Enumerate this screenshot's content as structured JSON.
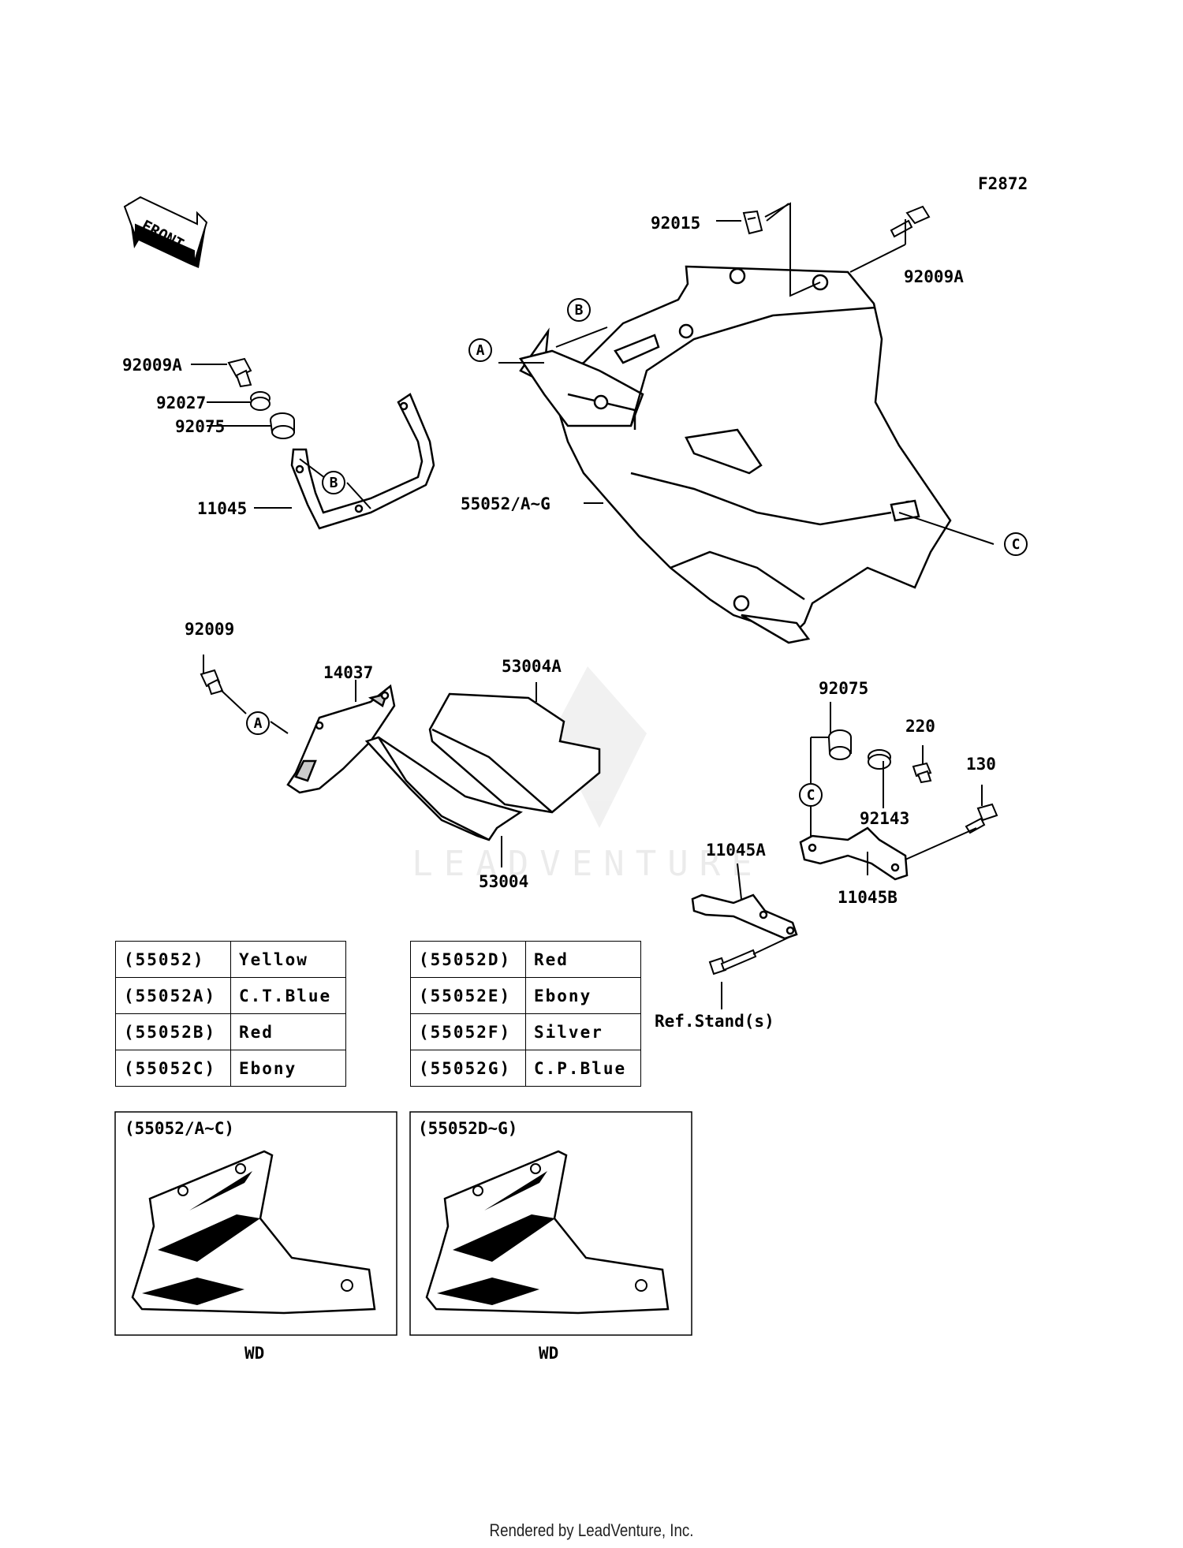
{
  "diagram_code": "F2872",
  "front_label": "FRONT",
  "watermark": "LEADVENTURE",
  "part_labels": {
    "p92015": "92015",
    "p92009A_top": "92009A",
    "p92009A_left": "92009A",
    "p92027": "92027",
    "p92075_left": "92075",
    "p11045": "11045",
    "p55052": "55052/A~G",
    "p92009": "92009",
    "p14037": "14037",
    "p53004A": "53004A",
    "p53004": "53004",
    "p92075_right": "92075",
    "p220": "220",
    "p130": "130",
    "p92143": "92143",
    "p11045A": "11045A",
    "p11045B": "11045B",
    "ref_stand": "Ref.Stand(s)"
  },
  "callouts": {
    "a": "A",
    "b": "B",
    "c": "C"
  },
  "color_table_left": [
    {
      "code": "(55052)",
      "color": "Yellow"
    },
    {
      "code": "(55052A)",
      "color": "C.T.Blue"
    },
    {
      "code": "(55052B)",
      "color": "Red"
    },
    {
      "code": "(55052C)",
      "color": "Ebony"
    }
  ],
  "color_table_right": [
    {
      "code": "(55052D)",
      "color": "Red"
    },
    {
      "code": "(55052E)",
      "color": "Ebony"
    },
    {
      "code": "(55052F)",
      "color": "Silver"
    },
    {
      "code": "(55052G)",
      "color": "C.P.Blue"
    }
  ],
  "variant_boxes": [
    {
      "title": "(55052/A~C)",
      "caption": "WD"
    },
    {
      "title": "(55052D~G)",
      "caption": "WD"
    }
  ],
  "footer": "Rendered by LeadVenture, Inc."
}
